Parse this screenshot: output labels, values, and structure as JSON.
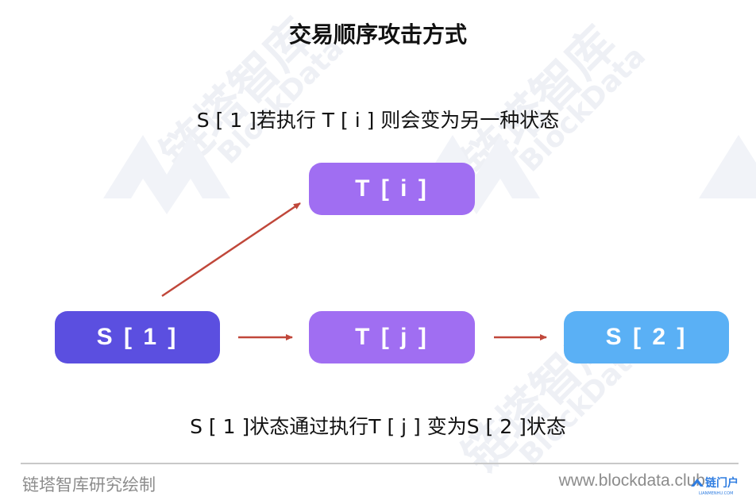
{
  "title": "交易顺序攻击方式",
  "caption_top": "S [ 1 ]若执行 T [ i ]  则会变为另一种状态",
  "caption_bottom": "S [ 1 ]状态通过执行T [ j ]  变为S [ 2 ]状态",
  "nodes": {
    "s1": {
      "label": "S [ 1 ]",
      "color": "#5b4fe0"
    },
    "ti": {
      "label": "T [ i ]",
      "color": "#a06ef2"
    },
    "tj": {
      "label": "T [ j ]",
      "color": "#a06ef2"
    },
    "s2": {
      "label": "S [ 2 ]",
      "color": "#5ab0f5"
    }
  },
  "arrow_color": "#c0473a",
  "footer": {
    "left": "链塔智库研究绘制",
    "right": "www.blockdata.club"
  },
  "watermark": {
    "text_cn": "链塔智库",
    "text_en": "BlockData"
  },
  "logo": {
    "text": "链门户",
    "subtext": "LIANMENHU.COM"
  }
}
